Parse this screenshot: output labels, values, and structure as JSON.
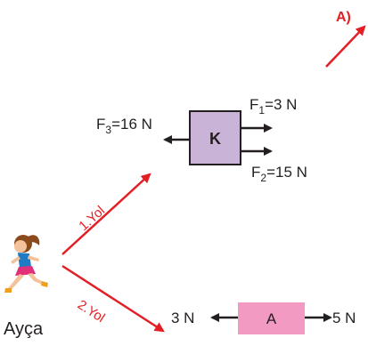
{
  "colors": {
    "red": "#e31e24",
    "black": "#231f20",
    "box_k_fill": "#c9b4d8",
    "box_a_fill": "#f29ac2"
  },
  "answer_option": "A)",
  "box_k": {
    "label": "K",
    "f1": {
      "sym": "F",
      "sub": "1",
      "rest": "=3 N"
    },
    "f2": {
      "sym": "F",
      "sub": "2",
      "rest": "=15 N"
    },
    "f3": {
      "sym": "F",
      "sub": "3",
      "rest": "=16 N"
    }
  },
  "box_a": {
    "label": "A",
    "left_force": "3 N",
    "right_force": "5 N"
  },
  "paths": {
    "path1": "1.Yol",
    "path2": "2.Yol"
  },
  "runner": {
    "name": "Ayça",
    "icon": "girl-runner-icon"
  }
}
